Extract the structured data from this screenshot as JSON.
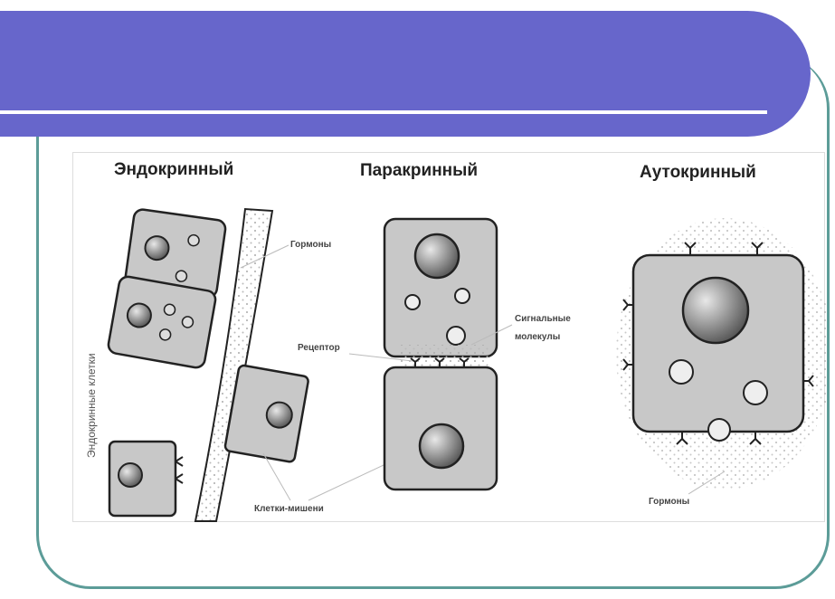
{
  "colors": {
    "banner": "#6766cb",
    "frame": "#5c9c98"
  },
  "diagram": {
    "titles": {
      "endocrine": "Эндокринный",
      "paracrine": "Паракринный",
      "autocrine": "Аутокринный"
    },
    "labels": {
      "endocrine_cells": "Эндокринные клетки",
      "hormones_1": "Гормоны",
      "target_cells": "Клетки-мишени",
      "receptor": "Рецептор",
      "signal_1": "Сигнальные",
      "signal_2": "молекулы",
      "hormones_2": "Гормоны"
    }
  }
}
